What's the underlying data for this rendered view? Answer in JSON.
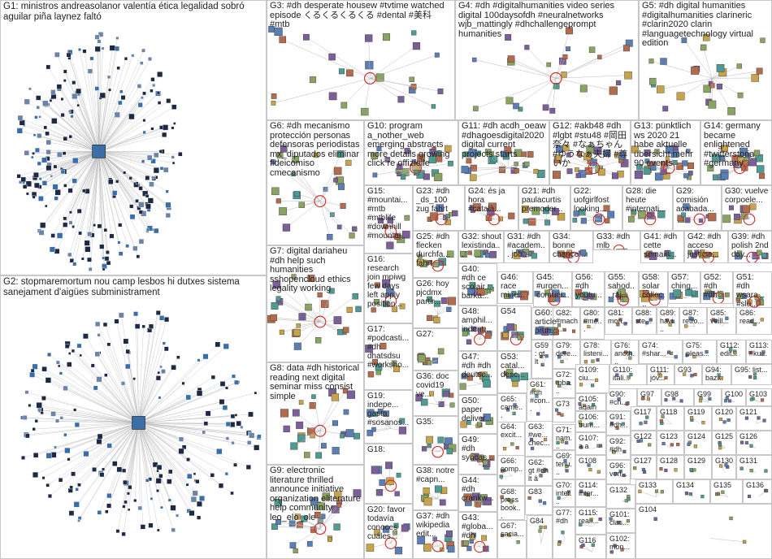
{
  "groups": [
    {
      "id": "G1",
      "label": "G1: ministros andreasolanor valentía ética legalidad sobró aguilar piña laynez faltó"
    },
    {
      "id": "G2",
      "label": "G2: stopmaremortum nou camp lesbos hi dutxes sistema sanejament d'aigües subministrament"
    },
    {
      "id": "G3",
      "label": "G3: #dh desperate housew #tvtime watched episode くるくるくるくる #dental #美科 #mtb"
    },
    {
      "id": "G4",
      "label": "G4: #dh #digitalhumanities video series digital 100daysofdh #neuralnetworks wjb_mattingly #dhchallengeprompt humanities"
    },
    {
      "id": "G5",
      "label": "G5: #dh digital humanities #digitalhumanities clarineric #clarin2020 clarin #languagetechnology virtual edition"
    },
    {
      "id": "G6",
      "label": "G6: #dh mecanismo protección personas defensoras periodistas mx_diputados eliminar fideicomiso cmecanismo"
    },
    {
      "id": "G7",
      "label": "G7: digital dariaheu #dh help such humanities sshopencloud ethics legality working"
    },
    {
      "id": "G8",
      "label": "G8: data #dh historical reading next digital seminar miss consist simple"
    },
    {
      "id": "G9",
      "label": "G9: electronic literature thrilled announce initiative organization eliterature help community leo_elo_ole"
    },
    {
      "id": "G10",
      "label": "G10: program a_nother_web emerging abstracts more details growing click re offizielle"
    },
    {
      "id": "G11",
      "label": "G11: #dh acdh_oeaw #dhagoesdigital2020 digital current projects starts"
    },
    {
      "id": "G12",
      "label": "G12: #akb48 #dh #lgbt #stu48 #岡田奈々 #なぁちゃん #ゆうなぁ夫婦 #尊いか"
    },
    {
      "id": "G13",
      "label": "G13: pünktlich ws 2020 21 habe aktuelle übersicht mehr 90 events"
    },
    {
      "id": "G14",
      "label": "G14: germany became enlightened #twitterstoria #germany"
    },
    {
      "id": "G15",
      "label": "G15: #mountai... #mtb #mtblife #downhill #mountai..."
    },
    {
      "id": "G16",
      "label": "G16: research join mpiwg few days left apply position..."
    },
    {
      "id": "G17",
      "label": "G17: #podcasti... #dh dhatsdsu #worksho..."
    },
    {
      "id": "G18",
      "label": "G18:"
    },
    {
      "id": "G19",
      "label": "G19: indepe... gasta #sosanos..."
    },
    {
      "id": "G20",
      "label": "G20: favor todavía conoces cuáles..."
    },
    {
      "id": "G21",
      "label": "G21: #dh paulacurtis premoder..."
    },
    {
      "id": "G22",
      "label": "G22: uofgirlfost looking..."
    },
    {
      "id": "G23",
      "label": "G23: #dh _ds_100 zug fahrt"
    },
    {
      "id": "G24",
      "label": "G24: és ja hora #català..."
    },
    {
      "id": "G25",
      "label": "G25: #dh flecken durchfa... fahrt"
    },
    {
      "id": "G26",
      "label": "G26: hoy pjcdmx partir..."
    },
    {
      "id": "G27",
      "label": "G27:"
    },
    {
      "id": "G28",
      "label": "G28: die heute #internati..."
    },
    {
      "id": "G29",
      "label": "G29: comisión acabada..."
    },
    {
      "id": "G30",
      "label": "G30: vuelve corpoele..."
    },
    {
      "id": "G31",
      "label": "G31: #dh #academ... job..."
    },
    {
      "id": "G32",
      "label": "G32: shout lexistinda..."
    },
    {
      "id": "G33",
      "label": "G33: #dh mlb"
    },
    {
      "id": "G34",
      "label": "G34: bonne chance..."
    },
    {
      "id": "G35",
      "label": "G35:"
    },
    {
      "id": "G36",
      "label": "G36: doc covid19 ve..."
    },
    {
      "id": "G37",
      "label": "G37: #dh wikipedia edit..."
    },
    {
      "id": "G38",
      "label": "G38: notre #capn..."
    },
    {
      "id": "G39",
      "label": "G39: #dh polish 2nd day..."
    },
    {
      "id": "G40",
      "label": "G40: #dh ce scolair... barka..."
    },
    {
      "id": "G41",
      "label": "G41: #dh cette semain..."
    },
    {
      "id": "G42",
      "label": "G42: #dh acceso justicia..."
    },
    {
      "id": "G43",
      "label": "G43: #globa... #dh"
    },
    {
      "id": "G44",
      "label": "G44: #dh crankw..."
    },
    {
      "id": "G45",
      "label": "G45: #urgen... comuni..."
    },
    {
      "id": "G46",
      "label": "G46: race mine..."
    },
    {
      "id": "G47",
      "label": "G47: #dh #dh deutsc..."
    },
    {
      "id": "G48",
      "label": "G48: amphil... indent..."
    },
    {
      "id": "G49",
      "label": "G49: #dh syncas..."
    },
    {
      "id": "G50",
      "label": "G50: paper deliver..."
    },
    {
      "id": "G51",
      "label": "G51: #dh wsara... #slu..."
    },
    {
      "id": "G52",
      "label": "G52: #dh #dh"
    },
    {
      "id": "G53",
      "label": "G53: catal... desc..."
    },
    {
      "id": "G54",
      "label": "G54"
    },
    {
      "id": "G55",
      "label": "G55: sahod... raj..."
    },
    {
      "id": "G56",
      "label": "G56: #dh youtu..."
    },
    {
      "id": "G57",
      "label": "G57: ching..."
    },
    {
      "id": "G58",
      "label": "G58: solar collec..."
    },
    {
      "id": "G59",
      "label": "G59: gt lt"
    },
    {
      "id": "G60",
      "label": "G60: article prun..."
    },
    {
      "id": "G61",
      "label": "G61: #dh #con..."
    },
    {
      "id": "G62",
      "label": "G62: gt #dh lt â"
    },
    {
      "id": "G63",
      "label": "G63: #we... chec..."
    },
    {
      "id": "G64",
      "label": "G64: excit..."
    },
    {
      "id": "G65",
      "label": "G65: came..."
    },
    {
      "id": "G66",
      "label": "G66: comp..."
    },
    {
      "id": "G67",
      "label": "G67: sacia..."
    },
    {
      "id": "G68",
      "label": "G68: press book..."
    },
    {
      "id": "G69",
      "label": "G69: tenu..."
    },
    {
      "id": "G70",
      "label": "G70: inter..."
    },
    {
      "id": "G71",
      "label": "G71: nam..."
    },
    {
      "id": "G72",
      "label": "G72: mba..."
    },
    {
      "id": "G73",
      "label": "G73"
    },
    {
      "id": "G74",
      "label": "G74: #shar..."
    },
    {
      "id": "G75",
      "label": "G75: pleas..."
    },
    {
      "id": "G76",
      "label": "G76: anoth..."
    },
    {
      "id": "G77",
      "label": "G77: #dh"
    },
    {
      "id": "G78",
      "label": "G78: listeni..."
    },
    {
      "id": "G79",
      "label": "G79: dere..."
    },
    {
      "id": "G80",
      "label": "G80: #me..."
    },
    {
      "id": "G81",
      "label": "G81: mon..."
    },
    {
      "id": "G82",
      "label": "G82: #mach..."
    },
    {
      "id": "G83",
      "label": "G83"
    },
    {
      "id": "G84",
      "label": "G84"
    },
    {
      "id": "G85",
      "label": "G85: veill..."
    },
    {
      "id": "G86",
      "label": "G86: read..."
    },
    {
      "id": "G87",
      "label": "G87: retro..."
    },
    {
      "id": "G88",
      "label": "G88: ste..."
    },
    {
      "id": "G89",
      "label": "G89: havi..."
    },
    {
      "id": "G90",
      "label": "G90: #ch..."
    },
    {
      "id": "G91",
      "label": "G91: #dh..."
    },
    {
      "id": "G92",
      "label": "G92: #dh"
    },
    {
      "id": "G93",
      "label": "G93"
    },
    {
      "id": "G94",
      "label": "G94: baz..."
    },
    {
      "id": "G95",
      "label": "G95: list..."
    },
    {
      "id": "G96",
      "label": "G96: vorl..."
    },
    {
      "id": "G97",
      "label": "G97"
    },
    {
      "id": "G98",
      "label": "G98"
    },
    {
      "id": "G99",
      "label": "G99"
    },
    {
      "id": "G100",
      "label": "G100"
    },
    {
      "id": "G101",
      "label": "G101: clas..."
    },
    {
      "id": "G102",
      "label": "G102: mon..."
    },
    {
      "id": "G103",
      "label": "G103"
    },
    {
      "id": "G104",
      "label": "G104"
    },
    {
      "id": "G105",
      "label": "G105: again"
    },
    {
      "id": "G106",
      "label": "G106: trum..."
    },
    {
      "id": "G107",
      "label": "G107: a a"
    },
    {
      "id": "G108",
      "label": "G108"
    },
    {
      "id": "G109",
      "label": "G109: ciu..."
    },
    {
      "id": "G110",
      "label": "G110: itali..."
    },
    {
      "id": "G111",
      "label": "G111: jóv..."
    },
    {
      "id": "G112",
      "label": "G112: edit..."
    },
    {
      "id": "G113",
      "label": "G113: #ku..."
    },
    {
      "id": "G114",
      "label": "G114: inter..."
    },
    {
      "id": "G115",
      "label": "G115: realí..."
    },
    {
      "id": "G116",
      "label": "G116"
    },
    {
      "id": "G117",
      "label": "G117"
    },
    {
      "id": "G118",
      "label": "G118"
    },
    {
      "id": "G119",
      "label": "G119"
    },
    {
      "id": "G120",
      "label": "G120"
    },
    {
      "id": "G121",
      "label": "G121"
    },
    {
      "id": "G122",
      "label": "G122"
    },
    {
      "id": "G123",
      "label": "G123"
    },
    {
      "id": "G124",
      "label": "G124"
    },
    {
      "id": "G125",
      "label": "G125"
    },
    {
      "id": "G126",
      "label": "G126"
    },
    {
      "id": "G127",
      "label": "G127"
    },
    {
      "id": "G128",
      "label": "G128"
    },
    {
      "id": "G129",
      "label": "G129"
    },
    {
      "id": "G130",
      "label": "G130"
    },
    {
      "id": "G131",
      "label": "G131"
    },
    {
      "id": "G132",
      "label": "G132"
    },
    {
      "id": "G133",
      "label": "G133"
    },
    {
      "id": "G134",
      "label": "G134"
    },
    {
      "id": "G135",
      "label": "G135"
    },
    {
      "id": "G136",
      "label": "G136"
    }
  ],
  "colors": {
    "edge": "#b9b9b9",
    "node_dark": "#1e2a44",
    "node_blue": "#3a6ea8",
    "node_mid": "#6d84a6",
    "highlight": "#d0312d",
    "panel_border": "#c8c8c8",
    "background": "#ffffff"
  }
}
